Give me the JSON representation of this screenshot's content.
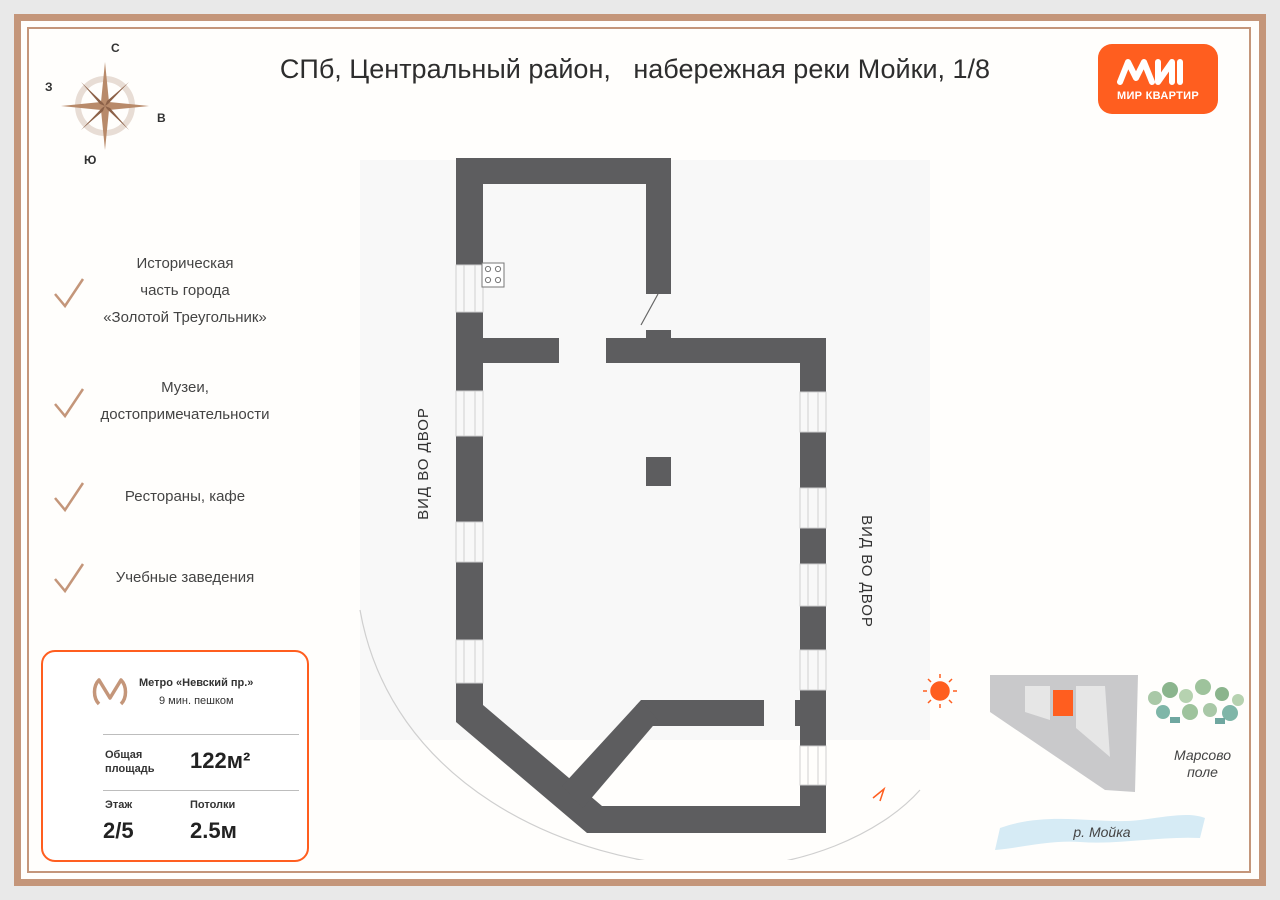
{
  "title": "СПб, Центральный район,   набережная реки Мойки, 1/8",
  "brand": {
    "name": "МИР КВАРТИР",
    "color": "#ff5e1f"
  },
  "compass": {
    "north": "С",
    "west": "З",
    "east": "В",
    "south": "Ю"
  },
  "features": [
    "Историческая\nчасть города\n«Золотой Треугольник»",
    "Музеи,\nдостопримечательности",
    "Рестораны, кафе",
    "Учебные заведения"
  ],
  "plan": {
    "view_left": "ВИД ВО ДВОР",
    "view_right": "ВИД ВО ДВОР",
    "wall_color": "#5d5d5f"
  },
  "info": {
    "metro_name": "Метро «Невский пр.»",
    "metro_walk": "9 мин. пешком",
    "area_label": "Общая\nплощадь",
    "area_value": "122м²",
    "floor_label": "Этаж",
    "floor_value": "2/5",
    "ceiling_label": "Потолки",
    "ceiling_value": "2.5м"
  },
  "location": {
    "park": "Марсово\nполе",
    "river": "р. Мойка"
  },
  "colors": {
    "accent": "#ff5e1f",
    "frame": "#c4967a",
    "wall": "#5d5d5f"
  }
}
